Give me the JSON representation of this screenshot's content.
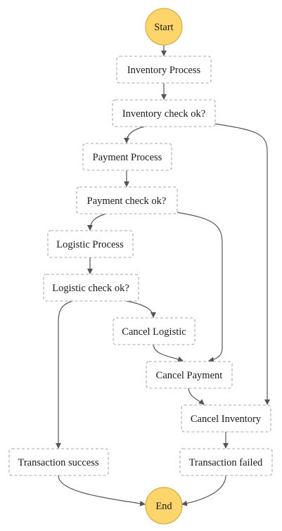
{
  "diagram": {
    "start": {
      "label": "Start"
    },
    "end": {
      "label": "End"
    },
    "states": {
      "inventory_process": {
        "label": "Inventory Process"
      },
      "inventory_check": {
        "label": "Inventory check ok?"
      },
      "payment_process": {
        "label": "Payment Process"
      },
      "payment_check": {
        "label": "Payment check ok?"
      },
      "logistic_process": {
        "label": "Logistic Process"
      },
      "logistic_check": {
        "label": "Logistic check ok?"
      },
      "cancel_logistic": {
        "label": "Cancel Logistic"
      },
      "cancel_payment": {
        "label": "Cancel Payment"
      },
      "cancel_inventory": {
        "label": "Cancel Inventory"
      },
      "transaction_success": {
        "label": "Transaction success"
      },
      "transaction_failed": {
        "label": "Transaction failed"
      }
    },
    "edges": [
      {
        "from": "start",
        "to": "inventory_process"
      },
      {
        "from": "inventory_process",
        "to": "inventory_check"
      },
      {
        "from": "inventory_check",
        "to": "payment_process"
      },
      {
        "from": "inventory_check",
        "to": "cancel_inventory"
      },
      {
        "from": "payment_process",
        "to": "payment_check"
      },
      {
        "from": "payment_check",
        "to": "logistic_process"
      },
      {
        "from": "payment_check",
        "to": "cancel_payment"
      },
      {
        "from": "logistic_process",
        "to": "logistic_check"
      },
      {
        "from": "logistic_check",
        "to": "transaction_success"
      },
      {
        "from": "logistic_check",
        "to": "cancel_logistic"
      },
      {
        "from": "cancel_logistic",
        "to": "cancel_payment"
      },
      {
        "from": "cancel_payment",
        "to": "cancel_inventory"
      },
      {
        "from": "cancel_inventory",
        "to": "transaction_failed"
      },
      {
        "from": "transaction_success",
        "to": "end"
      },
      {
        "from": "transaction_failed",
        "to": "end"
      }
    ],
    "colors": {
      "terminal_fill": "#fdd56a",
      "box_border": "#a8a8a8",
      "edge": "#555555"
    }
  }
}
